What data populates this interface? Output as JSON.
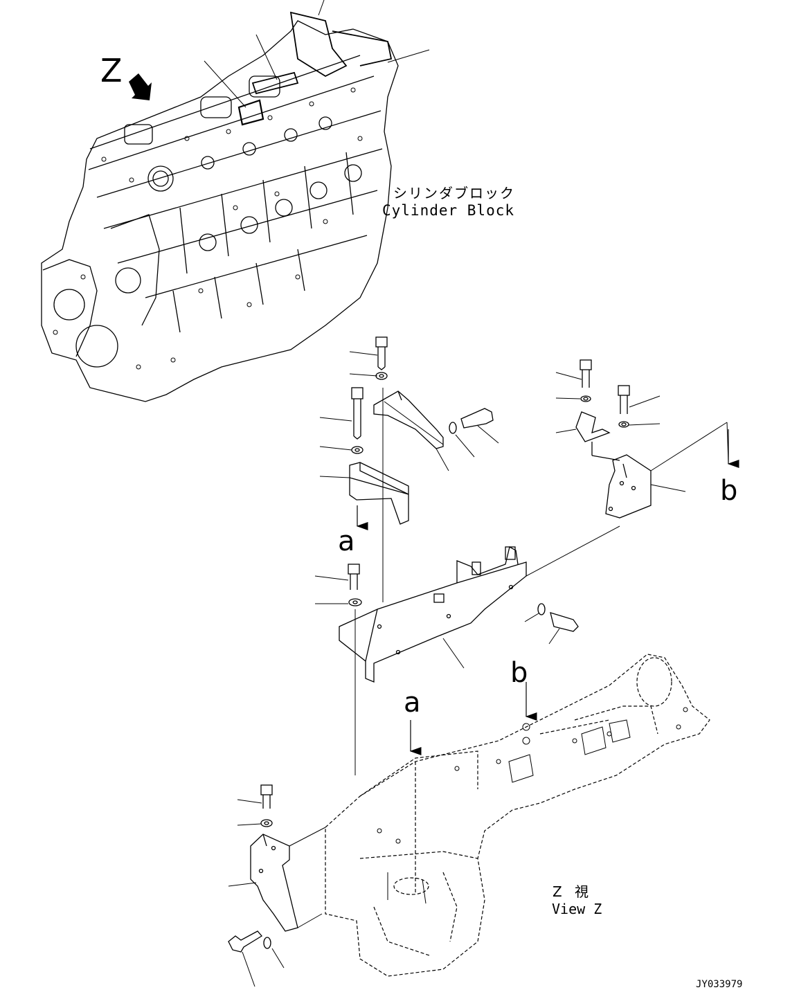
{
  "view_marker": {
    "letter": "Z"
  },
  "cylinder_block": {
    "label_jp": "シリンダブロック",
    "label_en": "Cylinder Block"
  },
  "view_z": {
    "label_jp": "Z 視",
    "label_en": "View Z"
  },
  "arrow_refs": {
    "a_upper": "a",
    "a_lower": "a",
    "b_upper": "b",
    "b_lower": "b"
  },
  "drawing_code": "JY033979",
  "colors": {
    "line": "#000000",
    "background": "#ffffff"
  }
}
